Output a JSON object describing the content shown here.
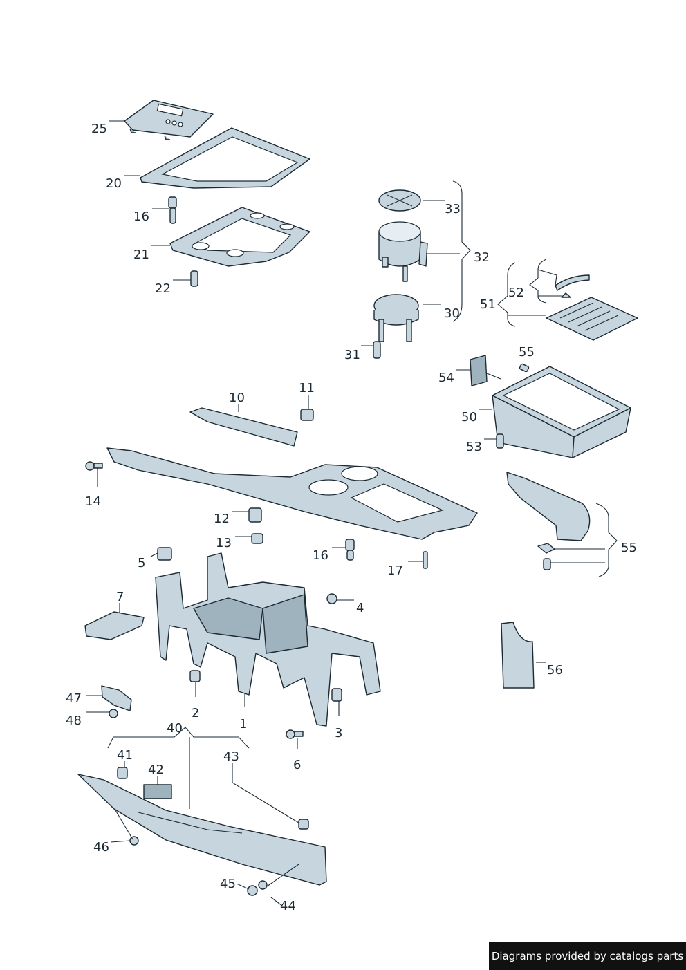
{
  "callouts": {
    "c1": "1",
    "c2": "2",
    "c3": "3",
    "c4": "4",
    "c5": "5",
    "c6": "6",
    "c7": "7",
    "c10": "10",
    "c11": "11",
    "c12": "12",
    "c13": "13",
    "c14": "14",
    "c16a": "16",
    "c16b": "16",
    "c17": "17",
    "c20": "20",
    "c21": "21",
    "c22": "22",
    "c25": "25",
    "c30": "30",
    "c31": "31",
    "c32": "32",
    "c33": "33",
    "c40": "40",
    "c41": "41",
    "c42": "42",
    "c43": "43",
    "c44": "44",
    "c45": "45",
    "c46": "46",
    "c47": "47",
    "c48": "48",
    "c50": "50",
    "c51": "51",
    "c52": "52",
    "c53": "53",
    "c54": "54",
    "c55a": "55",
    "c55b": "55",
    "c56": "56"
  },
  "footer": {
    "credit": "Diagrams provided by catalogs parts"
  },
  "colors": {
    "part_fill": "#c7d6de",
    "outline": "#1b2a33",
    "credit_bg": "#111111"
  }
}
